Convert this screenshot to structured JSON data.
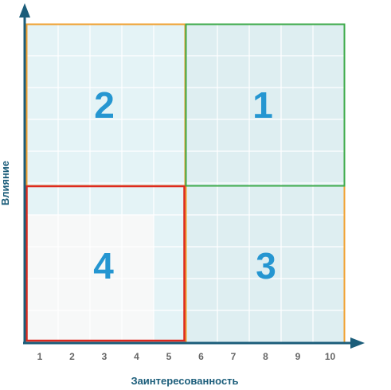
{
  "x_axis": {
    "title": "Заинтересованность",
    "ticks": [
      "1",
      "2",
      "3",
      "4",
      "5",
      "6",
      "7",
      "8",
      "9",
      "10"
    ]
  },
  "y_axis": {
    "title": "Влияние"
  },
  "quadrants": [
    {
      "id": "q1",
      "number": "1",
      "border_color": "#3daa4a"
    },
    {
      "id": "q2",
      "number": "2",
      "border_color": "#f0a030"
    },
    {
      "id": "q3",
      "number": "3",
      "border_color": "#f0a030"
    },
    {
      "id": "q4",
      "number": "4",
      "border_color": "#dd2a1f"
    }
  ],
  "colors": {
    "axis": "#1b5d7a",
    "number": "#2596d1",
    "grid_fill": "#e4f3f6",
    "grid_line": "#ffffff"
  }
}
